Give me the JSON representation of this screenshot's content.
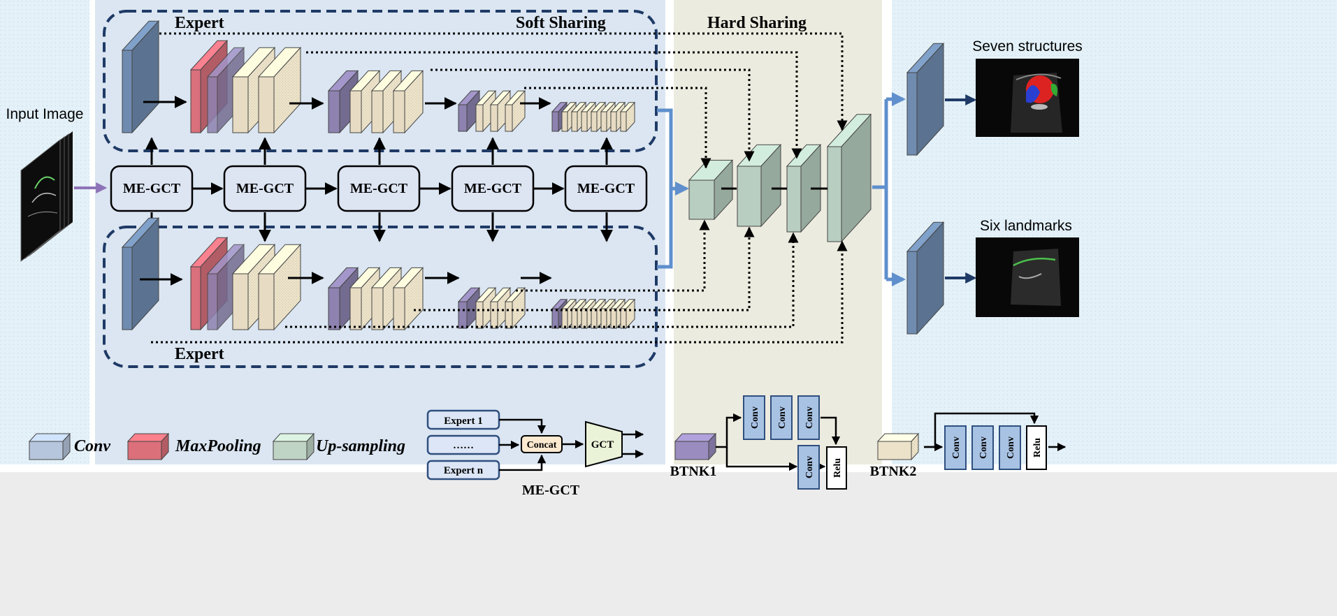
{
  "input_label": "Input Image",
  "soft_sharing_label": "Soft Sharing",
  "hard_sharing_label": "Hard Sharing",
  "expert_top_label": "Expert",
  "expert_bottom_label": "Expert",
  "me_gct_label": "ME-GCT",
  "output_top_label": "Seven structures",
  "output_bottom_label": "Six landmarks",
  "legend": {
    "conv": "Conv",
    "maxpool": "MaxPooling",
    "upsample": "Up-sampling",
    "expert1": "Expert 1",
    "expert_dots": "……",
    "expertn": "Expert n",
    "concat": "Concat",
    "gct": "GCT",
    "me_gct_caption": "ME-GCT",
    "btnk1": "BTNK1",
    "btnk2": "BTNK2",
    "conv_small": "Conv",
    "relu": "Relu"
  },
  "colors": {
    "conv": "#6f8cb0",
    "maxpool": "#d9707c",
    "bottleneck": "#8e82b0",
    "texture": "#e7dcc3",
    "upsample": "#b7cec0",
    "soft_bg": "#dbe6f2",
    "hard_bg": "#ecebdf",
    "dashed_border": "#1f3a66",
    "flow_arrow": "#5f8fcc"
  }
}
